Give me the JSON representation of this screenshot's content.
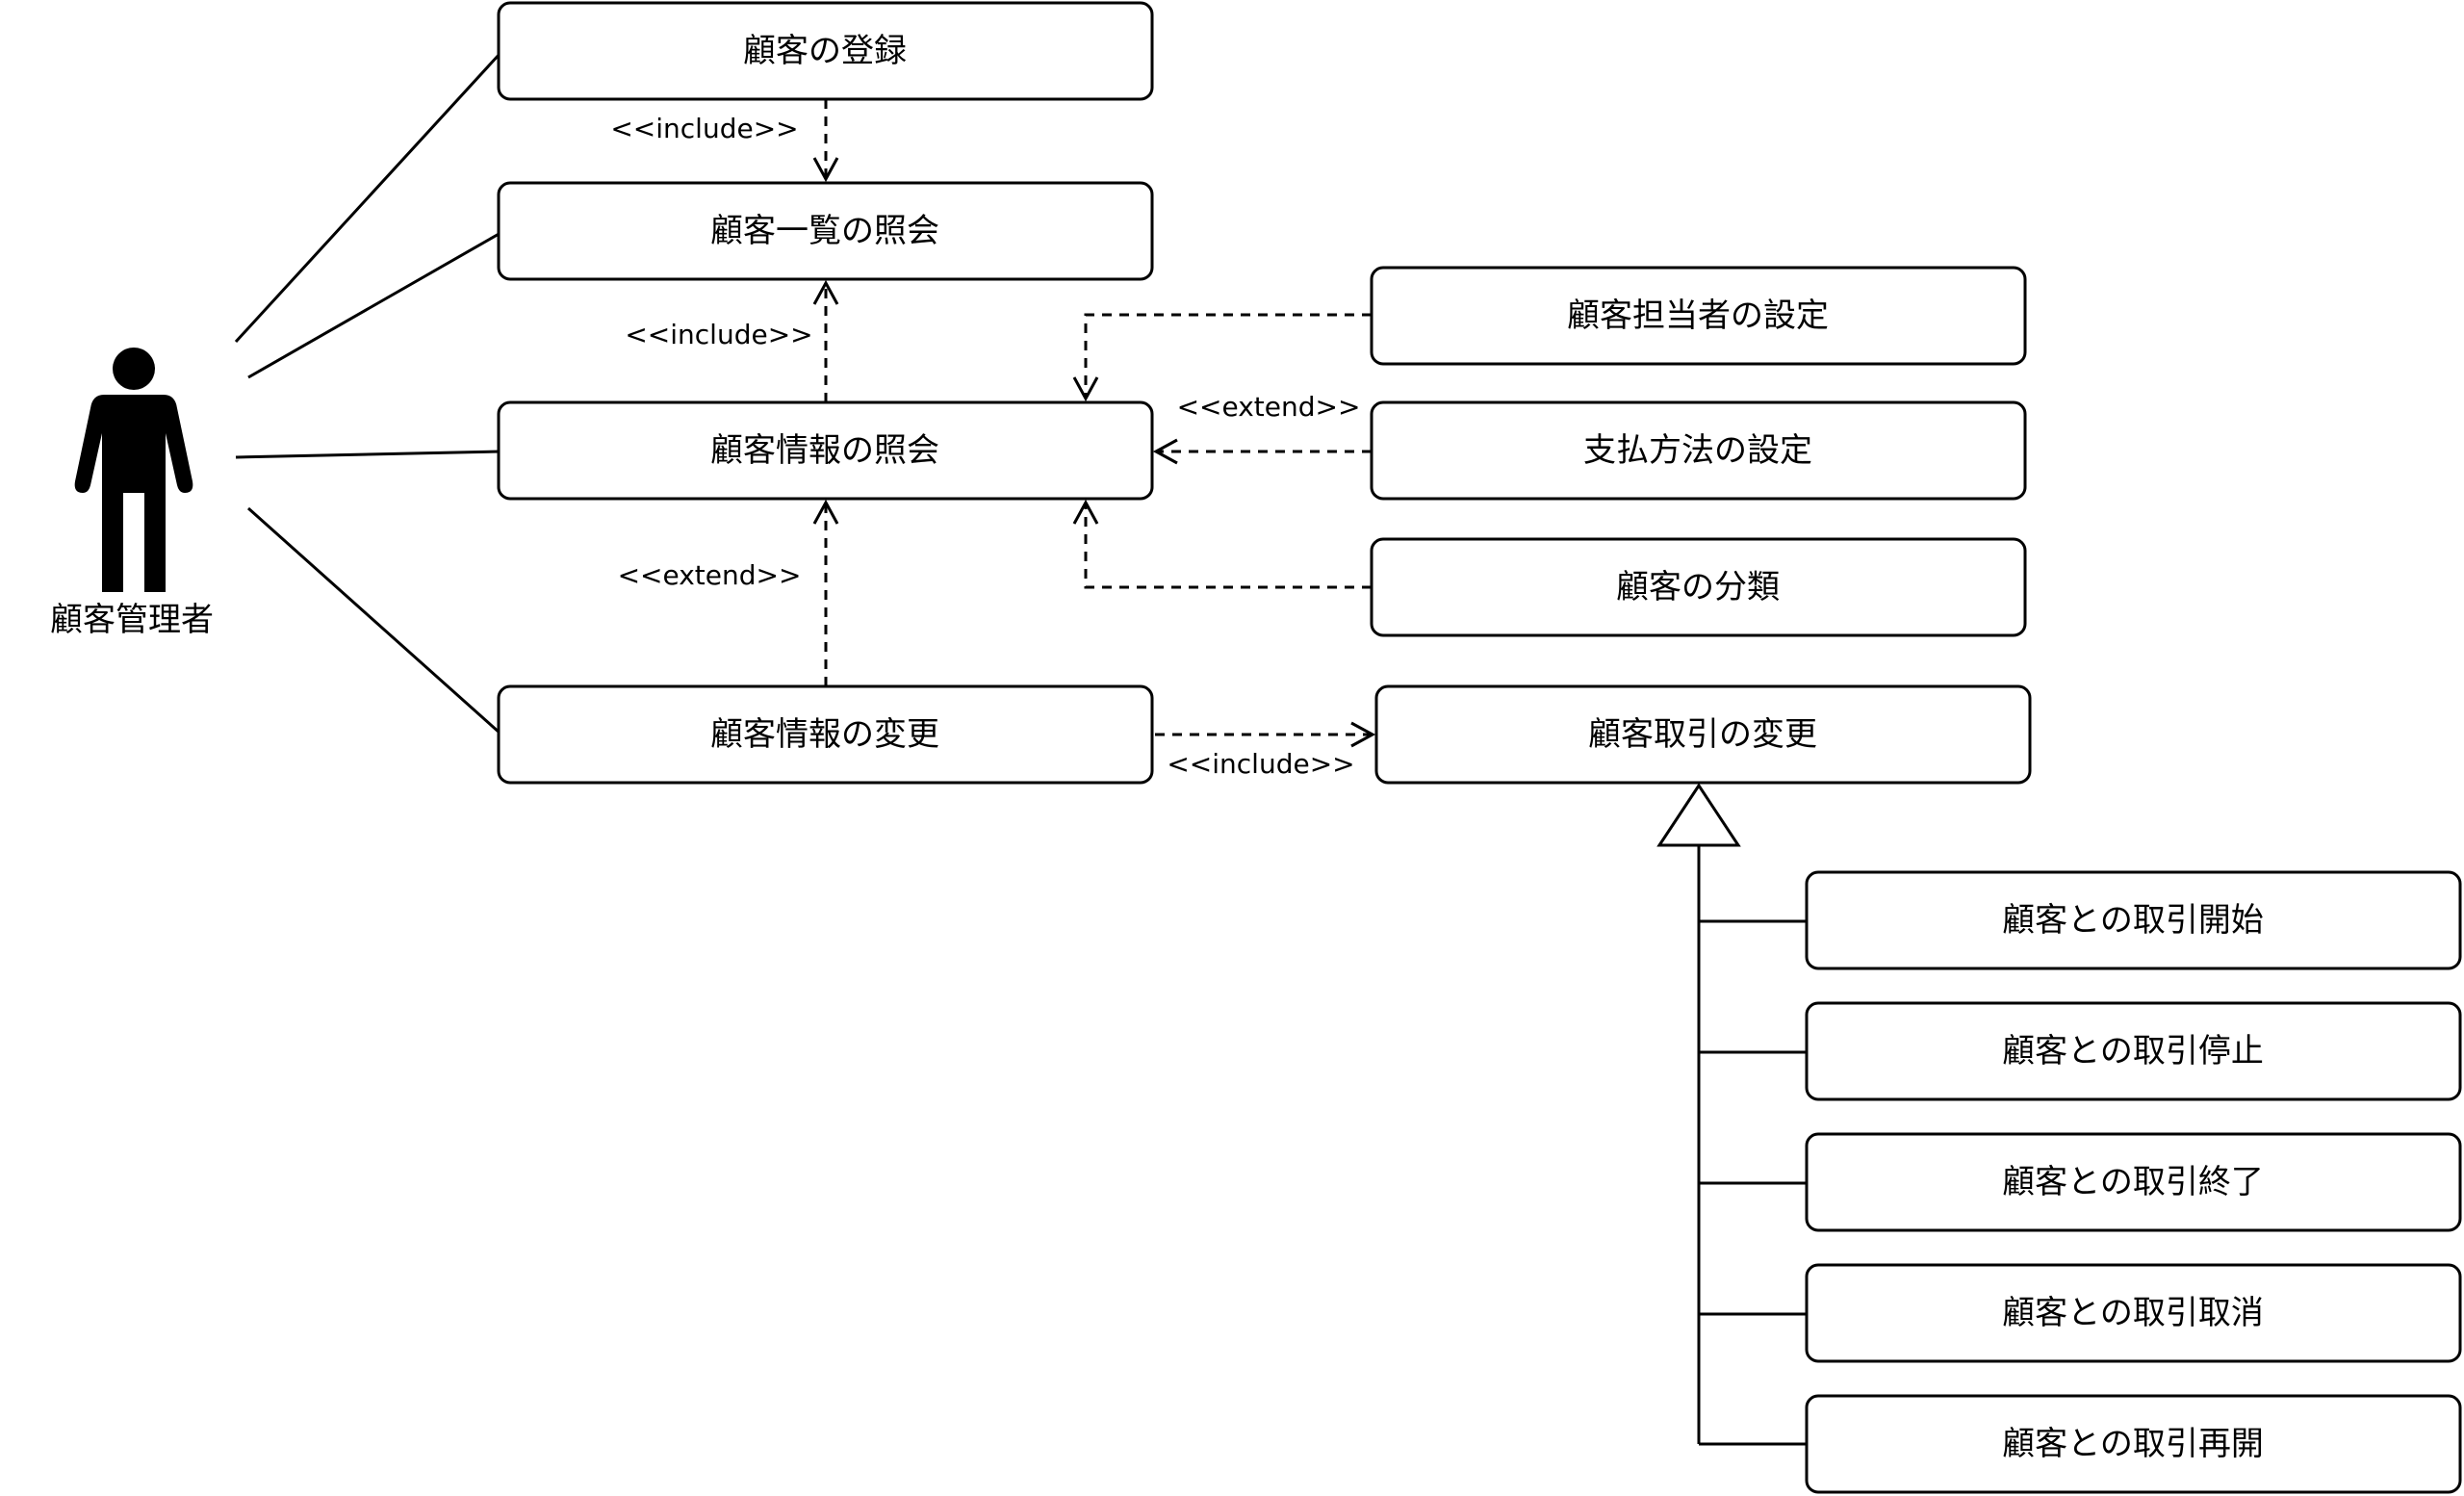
{
  "actor": {
    "label": "顧客管理者"
  },
  "usecases": {
    "register": "顧客の登録",
    "list": "顧客一覧の照会",
    "info": "顧客情報の照会",
    "change": "顧客情報の変更",
    "staff": "顧客担当者の設定",
    "payment": "支払方法の設定",
    "classify": "顧客の分類",
    "trade_change": "顧客取引の変更",
    "trade_start": "顧客との取引開始",
    "trade_stop": "顧客との取引停止",
    "trade_end": "顧客との取引終了",
    "trade_cancel": "顧客との取引取消",
    "trade_resume": "顧客との取引再開"
  },
  "relations": {
    "include_register_list": "<<include>>",
    "include_info_list": "<<include>>",
    "extend_change_info": "<<extend>>",
    "extend_options_info": "<<extend>>",
    "include_change_trade": "<<include>>"
  }
}
